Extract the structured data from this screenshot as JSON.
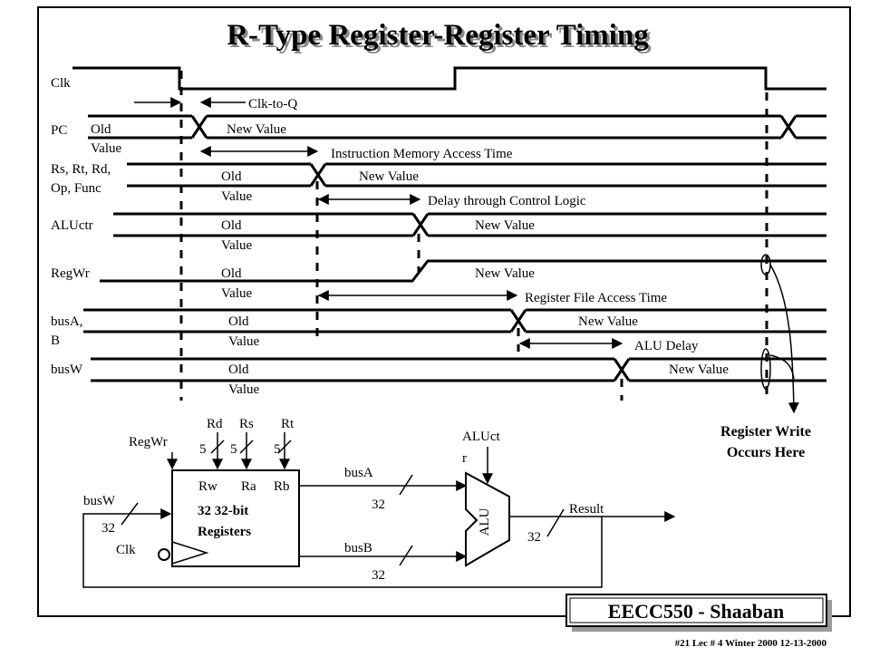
{
  "slide": {
    "title": "R-Type Register-Register Timing",
    "badge": "EECC550 - Shaaban",
    "footer": "#21   Lec # 4    Winter 2000    12-13-2000"
  },
  "timing": {
    "signals": {
      "clk": "Clk",
      "pc": "PC",
      "rs_line1": "Rs, Rt, Rd,",
      "rs_line2": "Op, Func",
      "aluctr": "ALUctr",
      "regwr": "RegWr",
      "busab_line1": "busA,",
      "busab_line2": "B",
      "busw": "busW"
    },
    "values": {
      "old": "Old",
      "value": "Value",
      "new_value": "New Value"
    },
    "delays": {
      "clk_to_q": "Clk-to-Q",
      "imem": "Instruction Memory Access Time",
      "control": "Delay through Control Logic",
      "regfile": "Register File Access Time",
      "alu": "ALU Delay"
    },
    "note_line1": "Register Write",
    "note_line2": "Occurs Here"
  },
  "datapath": {
    "regwr": "RegWr",
    "rd": "Rd",
    "rs": "Rs",
    "rt": "Rt",
    "five": "5",
    "rw": "Rw",
    "ra": "Ra",
    "rb": "Rb",
    "reg_line1": "32 32-bit",
    "reg_line2": "Registers",
    "busw": "busW",
    "clk": "Clk",
    "busa": "busA",
    "busb": "busB",
    "aluctr_line1": "ALUct",
    "aluctr_line2": "r",
    "alu": "ALU",
    "result": "Result",
    "thirty_two": "32"
  }
}
